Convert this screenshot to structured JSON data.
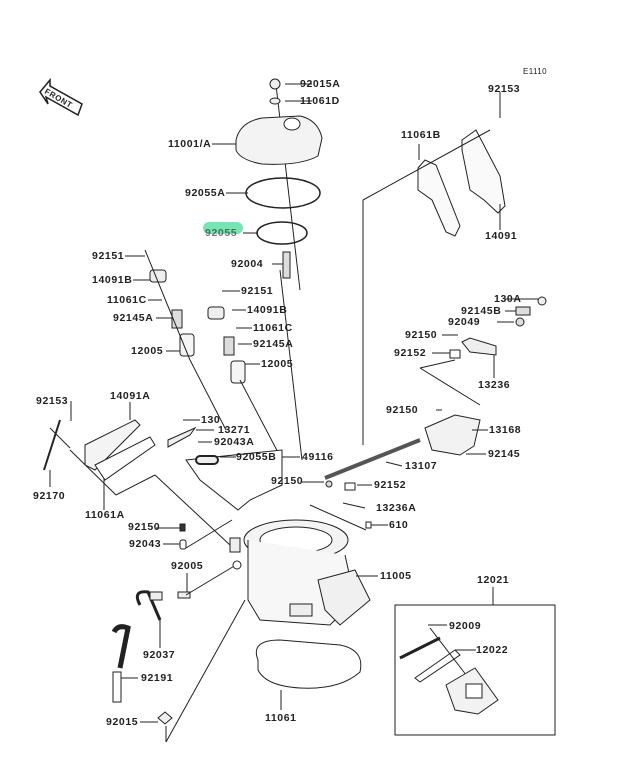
{
  "diagram": {
    "title_code": "E1110",
    "front_marker": "FRONT",
    "highlighted_part": "92055",
    "highlight_color": "#5fe0a6",
    "line_color": "#222222",
    "parts": [
      {
        "id": "92015A",
        "label": "92015A"
      },
      {
        "id": "11061D",
        "label": "11061D"
      },
      {
        "id": "11001A",
        "label": "11001/A"
      },
      {
        "id": "92055A",
        "label": "92055A"
      },
      {
        "id": "92055",
        "label": "92055"
      },
      {
        "id": "92153-top",
        "label": "92153"
      },
      {
        "id": "11061B",
        "label": "11061B"
      },
      {
        "id": "14091",
        "label": "14091"
      },
      {
        "id": "92151-left",
        "label": "92151"
      },
      {
        "id": "14091B-left",
        "label": "14091B"
      },
      {
        "id": "11061C-left",
        "label": "11061C"
      },
      {
        "id": "92145A-left",
        "label": "92145A"
      },
      {
        "id": "12005-left",
        "label": "12005"
      },
      {
        "id": "92004",
        "label": "92004"
      },
      {
        "id": "92151-right",
        "label": "92151"
      },
      {
        "id": "14091B-right",
        "label": "14091B"
      },
      {
        "id": "11061C-right",
        "label": "11061C"
      },
      {
        "id": "92145A-right",
        "label": "92145A"
      },
      {
        "id": "12005-right",
        "label": "12005"
      },
      {
        "id": "130A",
        "label": "130A"
      },
      {
        "id": "92145B",
        "label": "92145B"
      },
      {
        "id": "92049",
        "label": "92049"
      },
      {
        "id": "92150-rocker",
        "label": "92150"
      },
      {
        "id": "92152-rocker",
        "label": "92152"
      },
      {
        "id": "13236",
        "label": "13236"
      },
      {
        "id": "92150-valve",
        "label": "92150"
      },
      {
        "id": "13168",
        "label": "13168"
      },
      {
        "id": "92145",
        "label": "92145"
      },
      {
        "id": "13107",
        "label": "13107"
      },
      {
        "id": "92153-left",
        "label": "92153"
      },
      {
        "id": "14091A",
        "label": "14091A"
      },
      {
        "id": "92170",
        "label": "92170"
      },
      {
        "id": "11061A",
        "label": "11061A"
      },
      {
        "id": "130",
        "label": "130"
      },
      {
        "id": "13271",
        "label": "13271"
      },
      {
        "id": "92043A",
        "label": "92043A"
      },
      {
        "id": "92055B",
        "label": "92055B"
      },
      {
        "id": "49116",
        "label": "49116"
      },
      {
        "id": "92150-mid",
        "label": "92150"
      },
      {
        "id": "92152-mid",
        "label": "92152"
      },
      {
        "id": "13236A",
        "label": "13236A"
      },
      {
        "id": "610",
        "label": "610"
      },
      {
        "id": "92150-lower",
        "label": "92150"
      },
      {
        "id": "92043",
        "label": "92043"
      },
      {
        "id": "11005",
        "label": "11005"
      },
      {
        "id": "92005",
        "label": "92005"
      },
      {
        "id": "92037",
        "label": "92037"
      },
      {
        "id": "92191",
        "label": "92191"
      },
      {
        "id": "92015",
        "label": "92015"
      },
      {
        "id": "11061",
        "label": "11061"
      },
      {
        "id": "12021",
        "label": "12021"
      },
      {
        "id": "92009",
        "label": "92009"
      },
      {
        "id": "12022",
        "label": "12022"
      }
    ]
  }
}
